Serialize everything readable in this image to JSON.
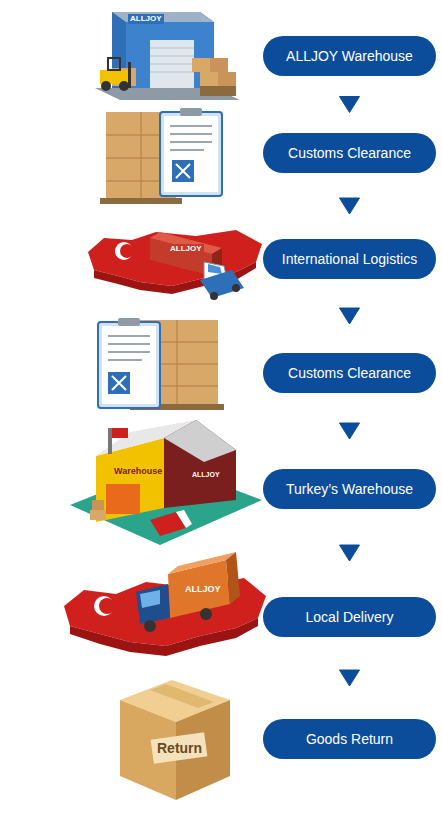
{
  "diagram": {
    "nodes": [
      {
        "text": [
          "ALLJOY Warehouse"
        ]
      },
      {
        "text": [
          "Customs Clearance"
        ]
      },
      {
        "text": [
          "International Logistics"
        ]
      },
      {
        "text": [
          "Customs Clearance"
        ]
      },
      {
        "text": [
          "Turkey’s Warehouse"
        ]
      },
      {
        "text": [
          "Local Delivery"
        ]
      },
      {
        "text": [
          "Goods Return"
        ]
      }
    ],
    "edges": [
      {
        "from": 0,
        "to": 1,
        "arrow": "to"
      },
      {
        "from": 1,
        "to": 2,
        "arrow": "to"
      },
      {
        "from": 2,
        "to": 3,
        "arrow": "to"
      },
      {
        "from": 3,
        "to": 4,
        "arrow": "to"
      },
      {
        "from": 4,
        "to": 5,
        "arrow": "to"
      },
      {
        "from": 5,
        "to": 6,
        "arrow": "to"
      }
    ],
    "labels": [
      "ALLJOY",
      "ALLJOY",
      "Warehouse",
      "ALLJOY",
      "ALLJOY",
      "Return"
    ]
  }
}
